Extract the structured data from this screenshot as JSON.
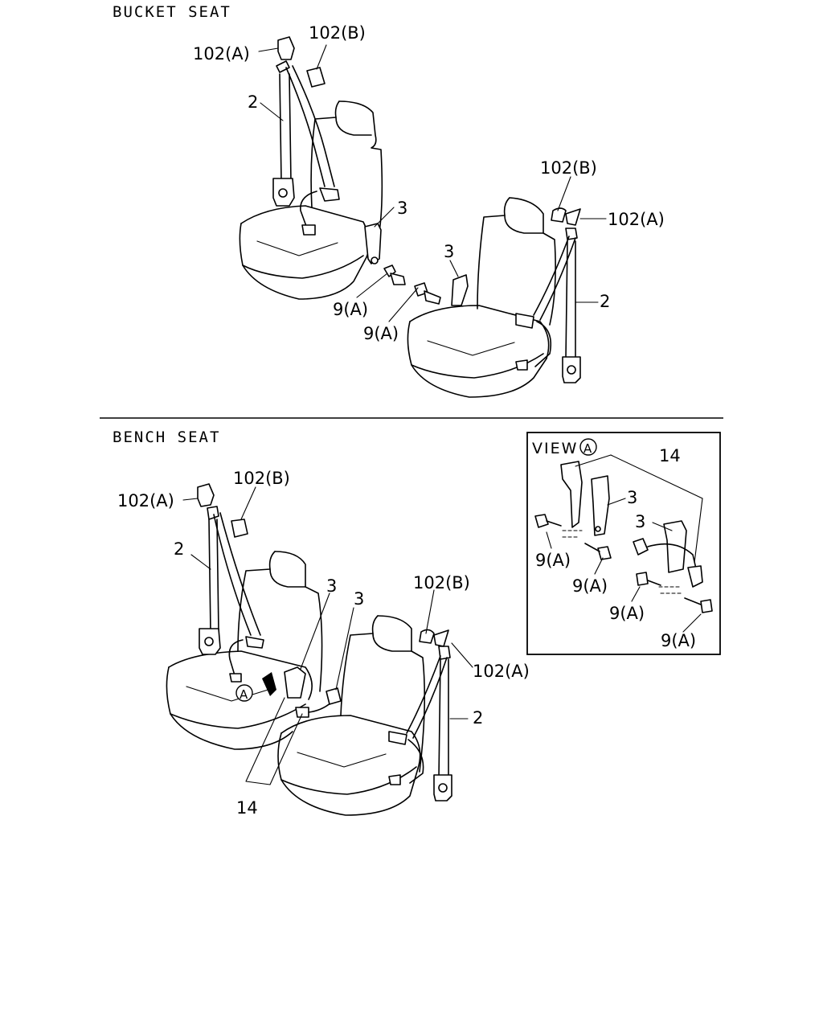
{
  "sections": {
    "bucket_title": "BUCKET SEAT",
    "bench_title": "BENCH SEAT"
  },
  "view_box": {
    "title": "VIEW",
    "marker": "A"
  },
  "callouts": {
    "bucket": {
      "l102a_left": "102(A)",
      "l102b_left": "102(B)",
      "l2_left": "2",
      "l3_left": "3",
      "l9a_1": "9(A)",
      "l9a_2": "9(A)",
      "l3_right": "3",
      "l102b_right": "102(B)",
      "l102a_right": "102(A)",
      "l2_right": "2"
    },
    "bench": {
      "l102a_left": "102(A)",
      "l102b_left": "102(B)",
      "l2_left": "2",
      "l3_a": "3",
      "l3_b": "3",
      "l102b_right": "102(B)",
      "l102a_right": "102(A)",
      "l2_right": "2",
      "l14": "14",
      "view_marker": "A"
    },
    "view": {
      "l14": "14",
      "l3_a": "3",
      "l3_b": "3",
      "l9a_1": "9(A)",
      "l9a_2": "9(A)",
      "l9a_3": "9(A)",
      "l9a_4": "9(A)"
    }
  }
}
